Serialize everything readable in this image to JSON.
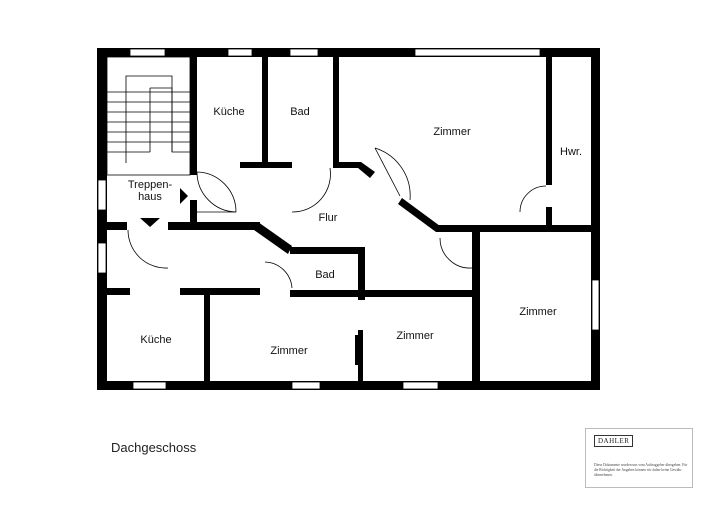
{
  "floor_title": "Dachgeschoss",
  "rooms": {
    "treppenhaus_1": "Treppen-",
    "treppenhaus_2": "haus",
    "kueche_top": "Küche",
    "bad_top": "Bad",
    "zimmer_top": "Zimmer",
    "hwr": "Hwr.",
    "flur": "Flur",
    "bad_small": "Bad",
    "kueche_bottom": "Küche",
    "zimmer_bottom_left": "Zimmer",
    "zimmer_bottom_mid": "Zimmer",
    "zimmer_right": "Zimmer"
  },
  "note": {
    "logo": "DAHLER",
    "disclaimer": "Diese Dokumente wurden uns vom Auftraggeber übergeben. Für die Richtigkeit der Angaben können wir daher keine Gewähr übernehmen."
  },
  "colors": {
    "wall": "#000000",
    "background": "#ffffff"
  }
}
